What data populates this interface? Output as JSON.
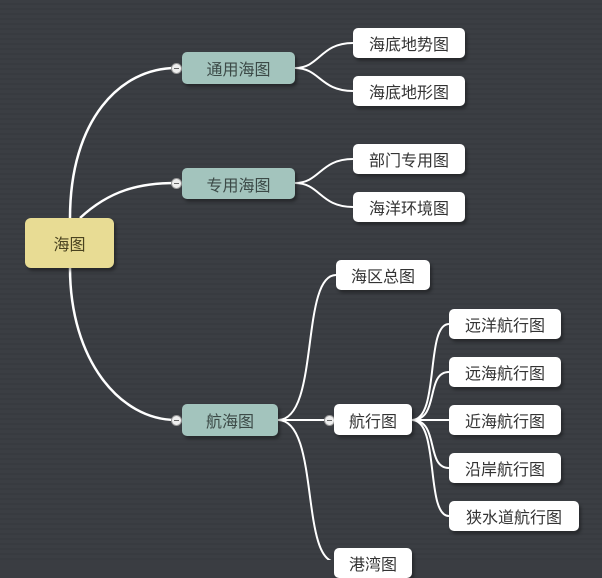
{
  "root": {
    "label": "海图"
  },
  "branches": [
    {
      "label": "通用海图",
      "children": [
        "海底地势图",
        "海底地形图"
      ]
    },
    {
      "label": "专用海图",
      "children": [
        "部门专用图",
        "海洋环境图"
      ]
    },
    {
      "label": "航海图",
      "children": [
        {
          "label": "海区总图"
        },
        {
          "label": "航行图",
          "children": [
            "远洋航行图",
            "远海航行图",
            "近海航行图",
            "沿岸航行图",
            "狭水道航行图"
          ]
        },
        {
          "label": "港湾图"
        }
      ]
    }
  ],
  "colors": {
    "root": "#e8dc94",
    "branch": "#a3c4bd",
    "leaf": "#ffffff",
    "background": "#3a3d42"
  }
}
